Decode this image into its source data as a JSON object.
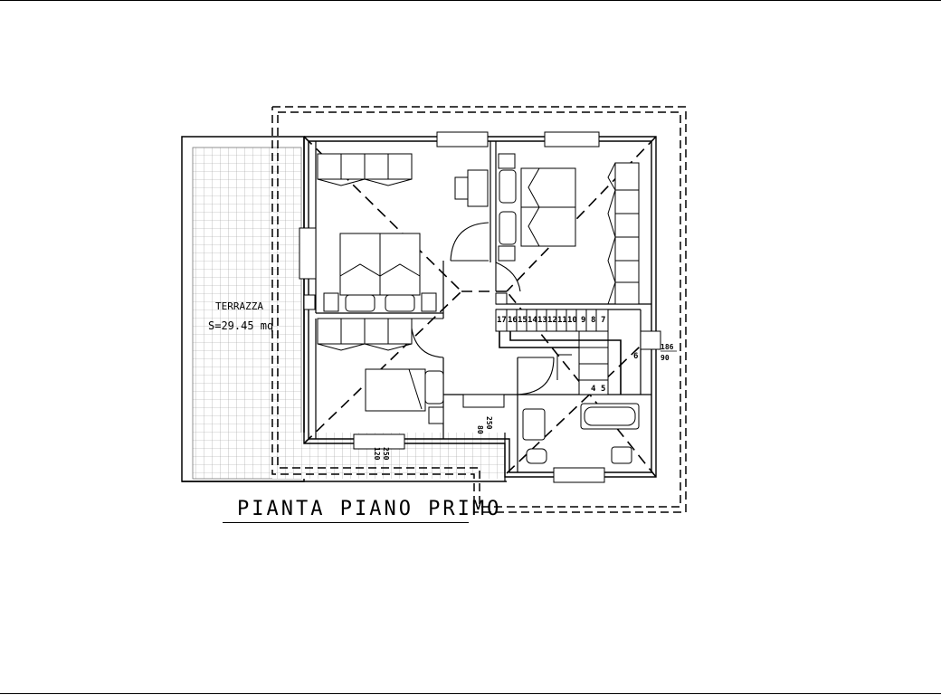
{
  "drawing": {
    "title": "PIANTA PIANO PRIMO",
    "terrace_label": "TERRAZZA",
    "terrace_area": "S=29.45 mq",
    "stair_steps_top": [
      "17",
      "16",
      "15",
      "14",
      "13",
      "12",
      "11",
      "10",
      "9",
      "8",
      "7"
    ],
    "stair_steps_bottom": [
      "4",
      "5"
    ],
    "stair_step_side": "6",
    "dim_right_a": "186",
    "dim_right_b": "90",
    "dim_door_a": "80",
    "dim_door_b": "250",
    "dim_window_a": "120",
    "dim_window_b": "250"
  }
}
